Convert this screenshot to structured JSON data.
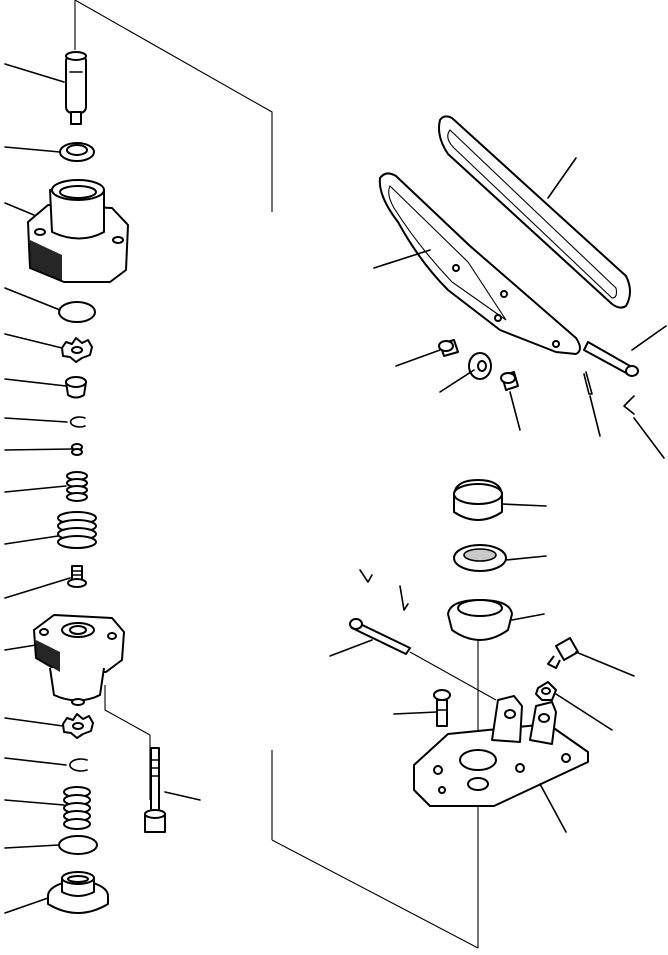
{
  "figure": {
    "kind": "exploded-parts-diagram",
    "background": "#ffffff",
    "ink": "#000000",
    "leader_count_left": 16,
    "leader_count_right": 14
  }
}
